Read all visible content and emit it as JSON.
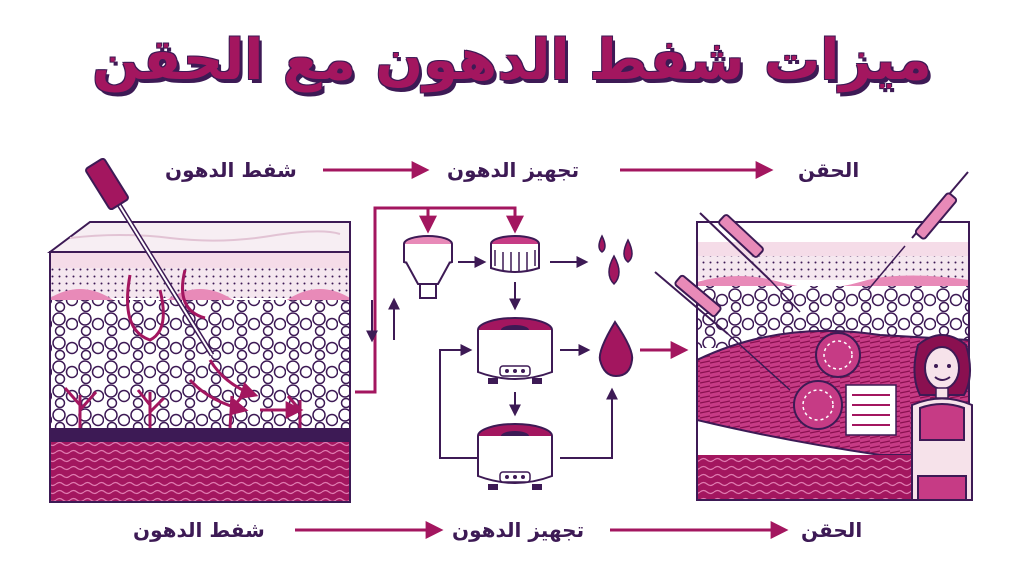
{
  "title": "ميزات شفط الدهون مع الحقن",
  "steps_top": [
    "شفط الدهون",
    "تجهيز الدهون",
    "الحقن"
  ],
  "steps_bottom": [
    "شفط الدهون",
    "تجهيز الدهون",
    "الحقن"
  ],
  "colors": {
    "magenta": "#a3165f",
    "purple": "#3d1a55",
    "pink": "#e88ab8",
    "fat": "#f2e8ee"
  }
}
